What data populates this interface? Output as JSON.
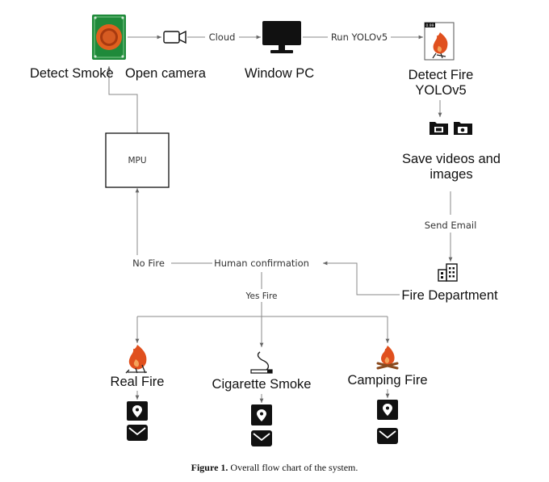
{
  "nodes": {
    "detect_smoke": "Detect Smoke",
    "open_camera": "Open camera",
    "window_pc": "Window PC",
    "detect_fire_1": "Detect Fire",
    "detect_fire_2": "YOLOv5",
    "save_1": "Save videos and",
    "save_2": "images",
    "mpu": "MPU",
    "human_confirmation": "Human confirmation",
    "fire_department": "Fire Department",
    "real_fire": "Real Fire",
    "cigarette_smoke": "Cigarette Smoke",
    "camping_fire": "Camping Fire",
    "detection_score": "0.99"
  },
  "edges": {
    "cloud": "Cloud",
    "run_yolo": "Run YOLOv5",
    "send_email": "Send Email",
    "no_fire": "No Fire",
    "yes_fire": "Yes Fire"
  },
  "caption": {
    "label": "Figure 1.",
    "text": " Overall flow chart of the system."
  },
  "colors": {
    "sensor_board": "#1f8a3a",
    "sensor_ring": "#e0601e",
    "flame": "#e0501e",
    "icon_dark": "#111111",
    "line": "#8a8a8a"
  },
  "icons": [
    "gas-sensor-icon",
    "video-camera-icon",
    "monitor-icon",
    "fire-detection-icon",
    "video-folder-icon",
    "photo-folder-icon",
    "building-icon",
    "forest-fire-icon",
    "cigarette-icon",
    "campfire-icon",
    "location-pin-icon",
    "mail-icon"
  ]
}
